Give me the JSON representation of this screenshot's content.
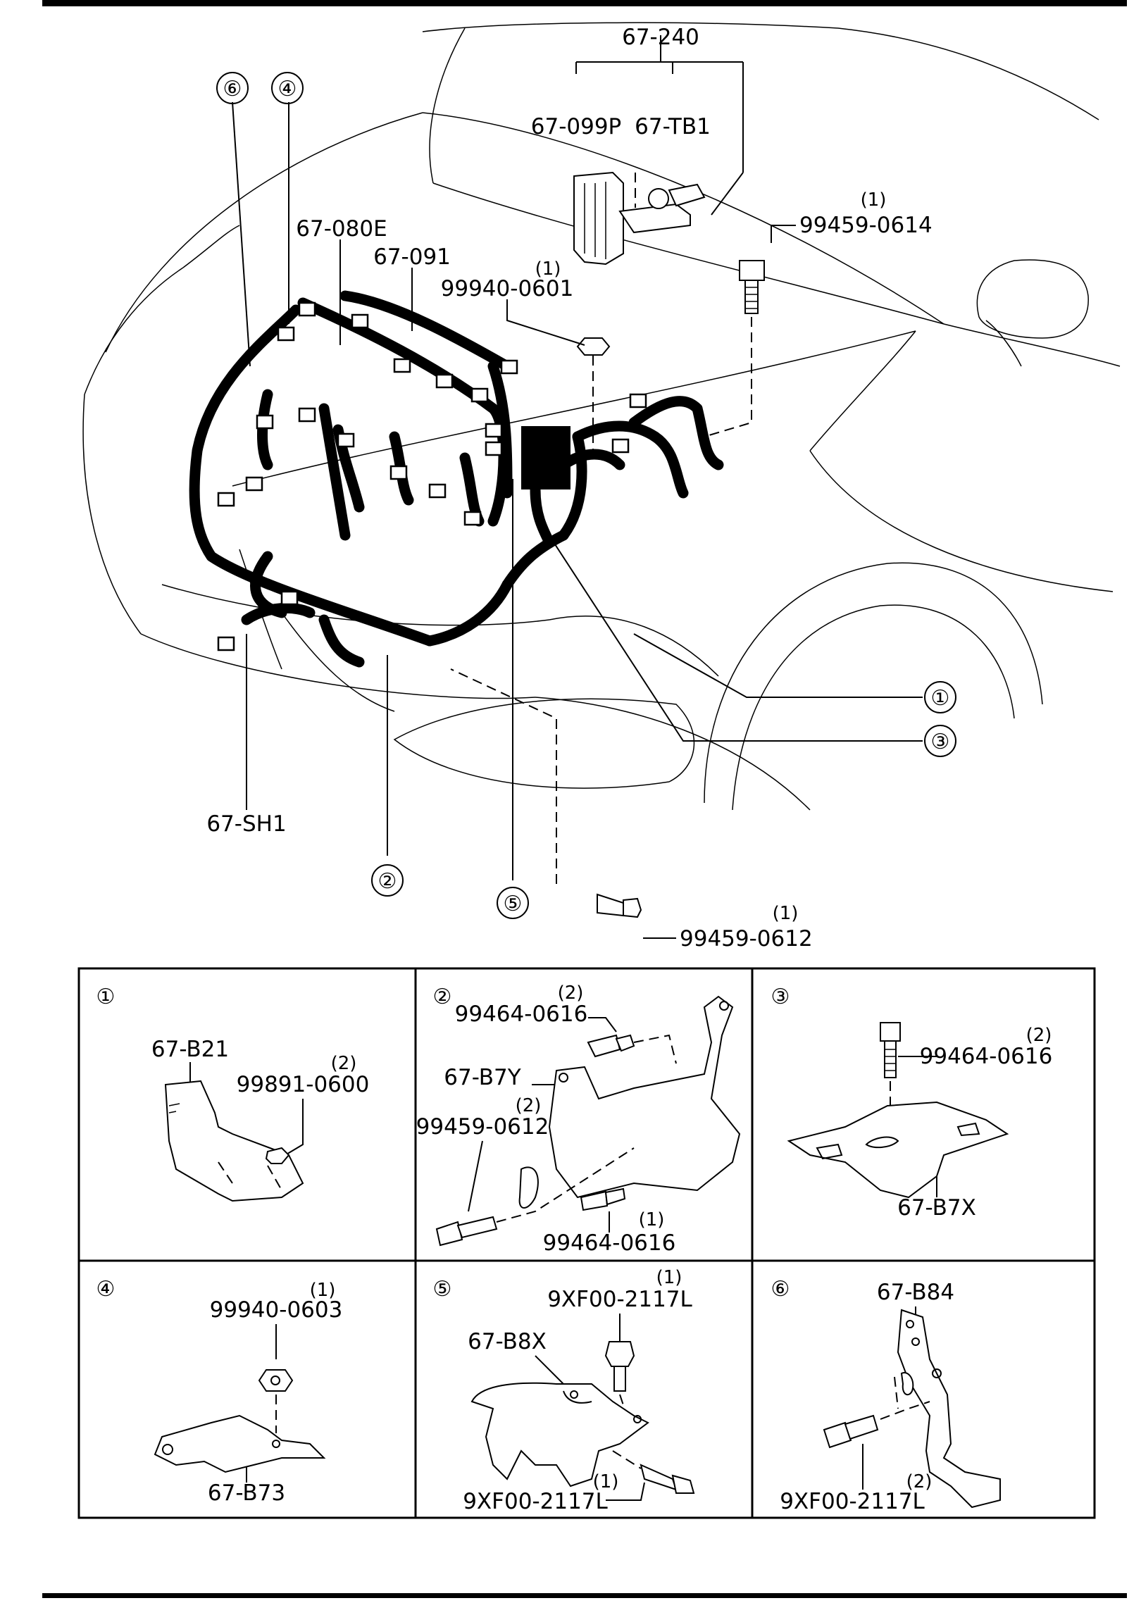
{
  "main": {
    "callouts": {
      "c1": "①",
      "c2": "②",
      "c3": "③",
      "c4": "④",
      "c5": "⑤",
      "c6": "⑥"
    },
    "labels": {
      "assembly": "67-240",
      "module": "67-099P",
      "terminal": "67-TB1",
      "bolt_top": "99459-0614",
      "bolt_top_qty": "(1)",
      "nut": "99940-0601",
      "nut_qty": "(1)",
      "harness_a": "67-080E",
      "harness_b": "67-091",
      "shield": "67-SH1",
      "bolt_bottom": "99459-0612",
      "bolt_bottom_qty": "(1)"
    }
  },
  "details": [
    {
      "id": "1",
      "callout": "①",
      "bracket": "67-B21",
      "parts": [
        {
          "number": "99891-0600",
          "qty": "(2)"
        }
      ]
    },
    {
      "id": "2",
      "callout": "②",
      "bracket": "67-B7Y",
      "parts": [
        {
          "number": "99464-0616",
          "qty": "(2)"
        },
        {
          "number": "99459-0612",
          "qty": "(2)"
        },
        {
          "number": "99464-0616",
          "qty": "(1)"
        }
      ]
    },
    {
      "id": "3",
      "callout": "③",
      "bracket": "67-B7X",
      "parts": [
        {
          "number": "99464-0616",
          "qty": "(2)"
        }
      ]
    },
    {
      "id": "4",
      "callout": "④",
      "bracket": "67-B73",
      "parts": [
        {
          "number": "99940-0603",
          "qty": "(1)"
        }
      ]
    },
    {
      "id": "5",
      "callout": "⑤",
      "bracket": "67-B8X",
      "parts": [
        {
          "number": "9XF00-2117L",
          "qty": "(1)"
        },
        {
          "number": "9XF00-2117L",
          "qty": "(1)"
        }
      ]
    },
    {
      "id": "6",
      "callout": "⑥",
      "bracket": "67-B84",
      "parts": [
        {
          "number": "9XF00-2117L",
          "qty": "(2)"
        }
      ]
    }
  ]
}
